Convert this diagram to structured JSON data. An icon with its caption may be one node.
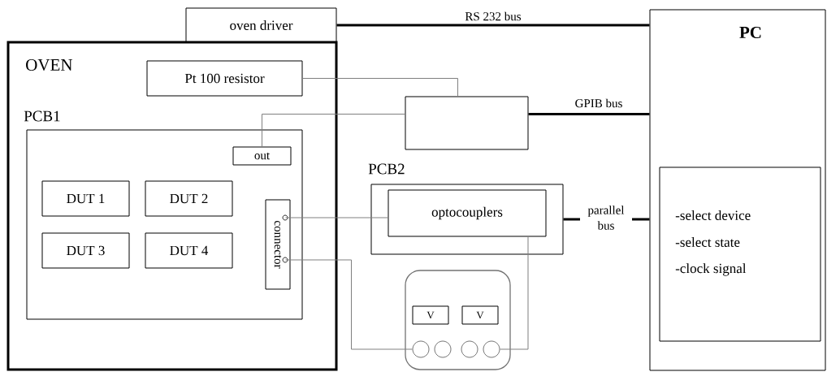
{
  "diagram": {
    "nodes": [
      {
        "text": [
          "oven driver"
        ]
      },
      {
        "text": [
          "OVEN"
        ]
      },
      {
        "text": [
          "Pt 100 resistor"
        ],
        "in": 1
      },
      {
        "text": [
          "PCB1"
        ],
        "in": 1
      },
      {
        "text": [
          "out"
        ],
        "in": 3
      },
      {
        "text": [
          "DUT 1"
        ],
        "in": 3
      },
      {
        "text": [
          "DUT 2"
        ],
        "in": 3
      },
      {
        "text": [
          "DUT 3"
        ],
        "in": 3
      },
      {
        "text": [
          "DUT 4"
        ],
        "in": 3
      },
      {
        "text": [
          "connector"
        ],
        "in": 3
      },
      {
        "text": [],
        "shape": "box"
      },
      {
        "text": [
          "PCB2"
        ]
      },
      {
        "text": [
          "optocouplers"
        ],
        "in": 11
      },
      {
        "text": [],
        "shape": "box"
      },
      {
        "text": [
          "V"
        ],
        "in": 13
      },
      {
        "text": [
          "V"
        ],
        "in": 13
      },
      {
        "text": [],
        "shape": "circle",
        "in": 13
      },
      {
        "text": [],
        "shape": "circle",
        "in": 13
      },
      {
        "text": [],
        "shape": "circle",
        "in": 13
      },
      {
        "text": [],
        "shape": "circle",
        "in": 13
      },
      {
        "text": [
          "PC"
        ]
      },
      {
        "text": [
          "-select device",
          "-select state",
          "-clock signal"
        ],
        "in": 20
      }
    ],
    "edges": [
      {
        "from": 0,
        "to": 20,
        "arrow": "none",
        "label": "RS 232 bus",
        "style": "thick",
        "color": "#000000"
      },
      {
        "from": 2,
        "to": 10,
        "arrow": "none"
      },
      {
        "from": 4,
        "to": 10,
        "arrow": "none"
      },
      {
        "from": 10,
        "to": 20,
        "arrow": "none",
        "label": "GPIB bus",
        "style": "thick",
        "color": "#000000"
      },
      {
        "from": 9,
        "to": 12,
        "arrow": "none"
      },
      {
        "from": 9,
        "to": 16,
        "arrow": "none"
      },
      {
        "from": 12,
        "to": 19,
        "arrow": "none"
      },
      {
        "from": 11,
        "to": 20,
        "arrow": "none",
        "label": "parallel bus",
        "style": "thick",
        "color": "#000000"
      }
    ]
  }
}
